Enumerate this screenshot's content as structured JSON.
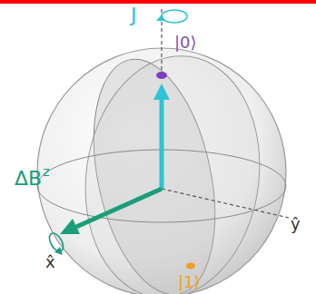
{
  "diagram": {
    "labels": [
      "J",
      "|0⟩",
      "ΔB",
      "z",
      "x̂",
      "ŷ",
      "|1⟩"
    ]
  }
}
